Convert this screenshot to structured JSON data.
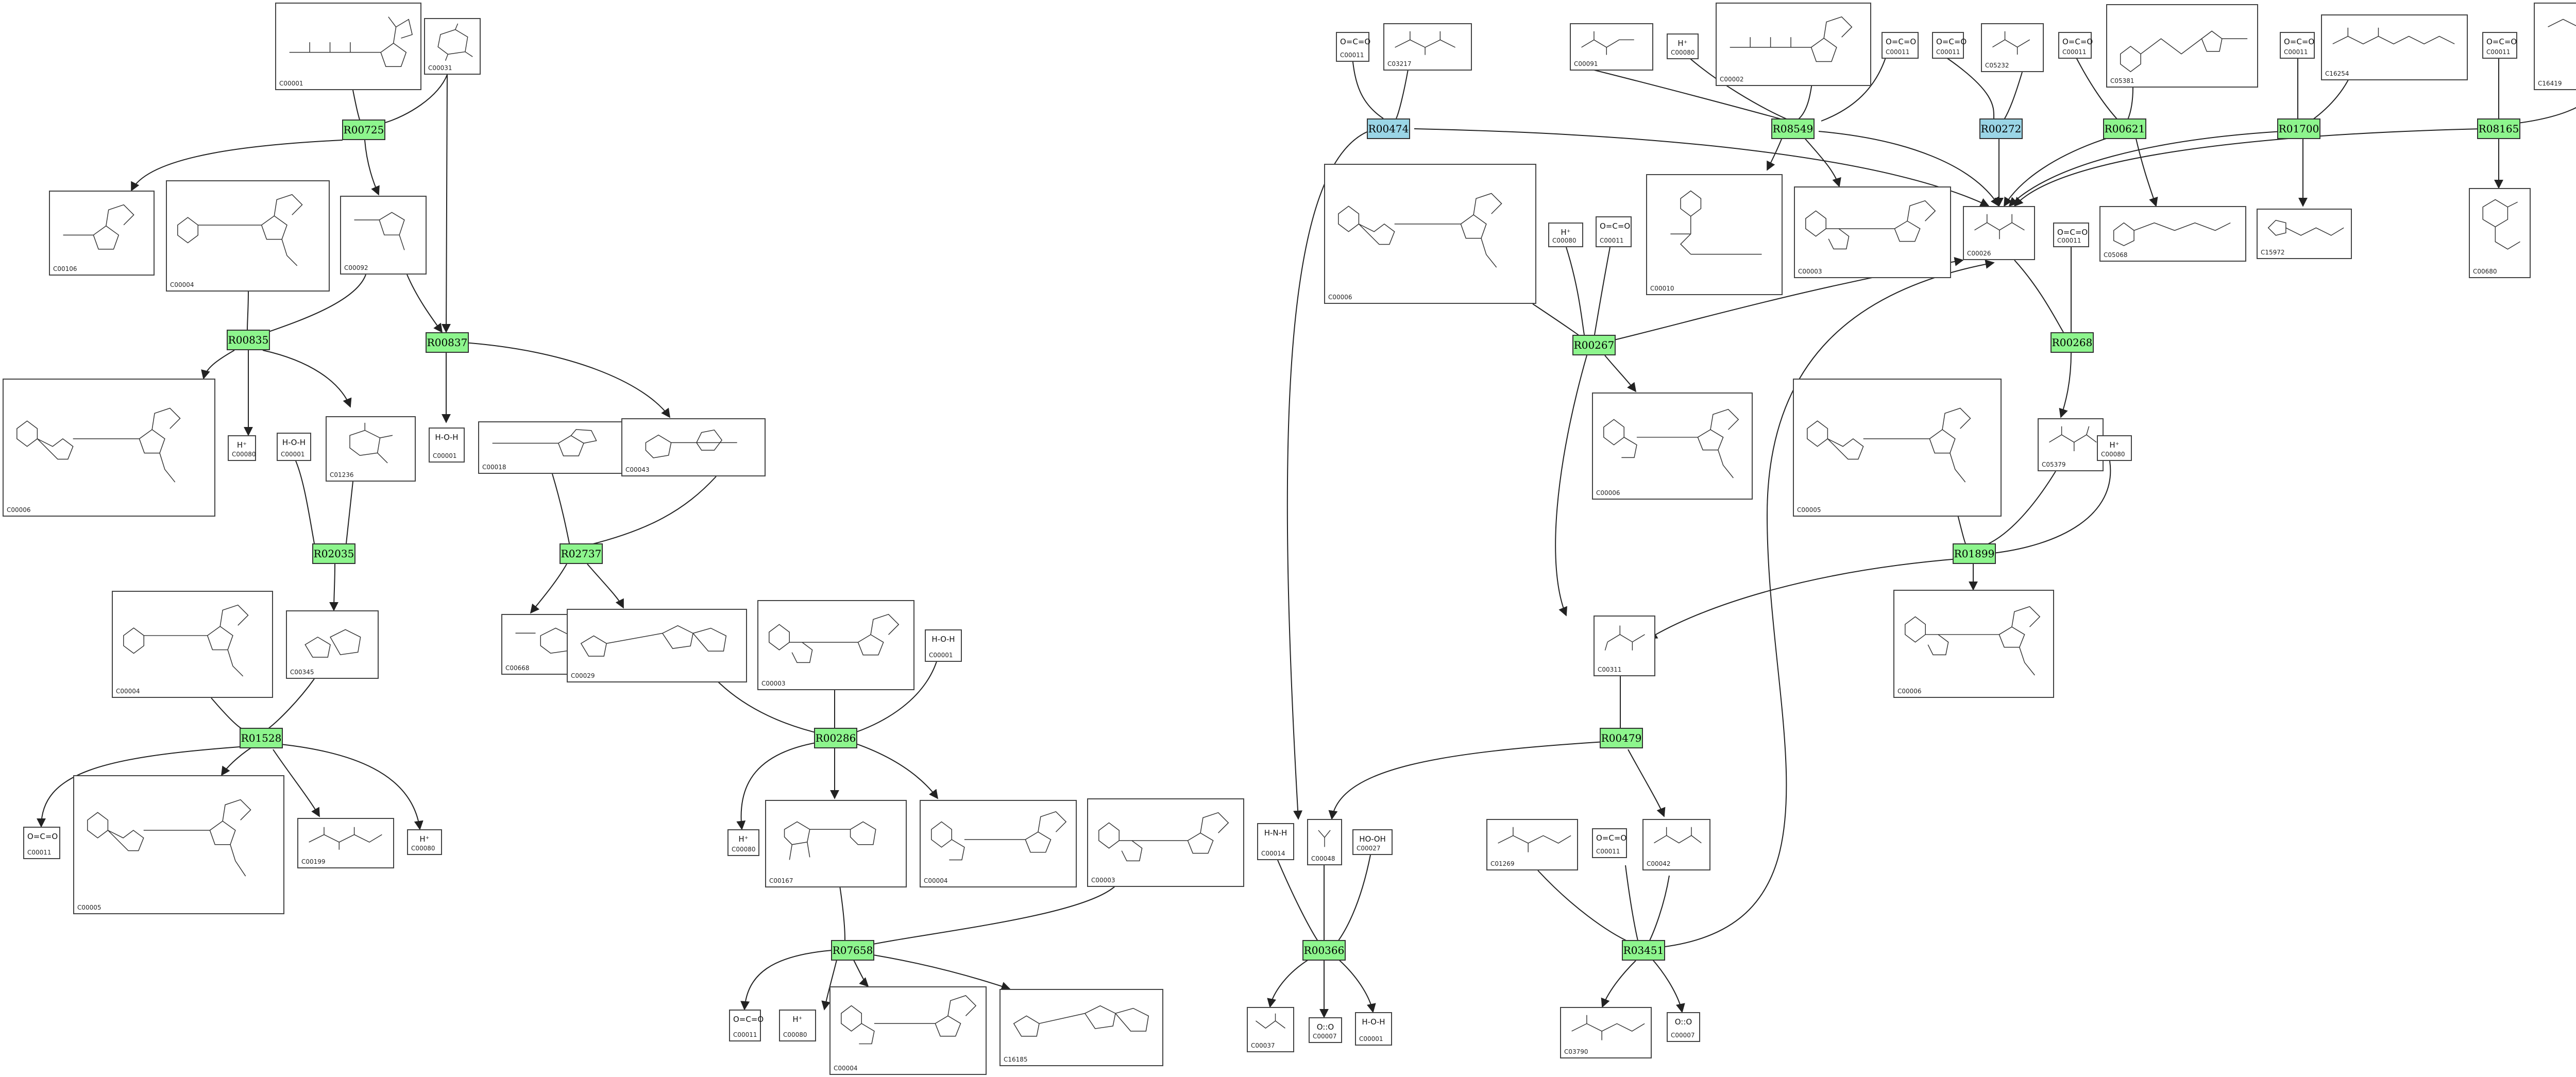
{
  "reactions": [
    {
      "id": "R00725",
      "color": "#8df58d"
    },
    {
      "id": "R00835",
      "color": "#8df58d"
    },
    {
      "id": "R00837",
      "color": "#8df58d"
    },
    {
      "id": "R02035",
      "color": "#8df58d"
    },
    {
      "id": "R02737",
      "color": "#8df58d"
    },
    {
      "id": "R01528",
      "color": "#8df58d"
    },
    {
      "id": "R00286",
      "color": "#8df58d"
    },
    {
      "id": "R07658",
      "color": "#8df58d"
    },
    {
      "id": "R00474",
      "color": "#9ad5e6"
    },
    {
      "id": "R08549",
      "color": "#8df58d"
    },
    {
      "id": "R00272",
      "color": "#9ad5e6"
    },
    {
      "id": "R00621",
      "color": "#8df58d"
    },
    {
      "id": "R01700",
      "color": "#8df58d"
    },
    {
      "id": "R08165",
      "color": "#8df58d"
    },
    {
      "id": "R00267",
      "color": "#8df58d"
    },
    {
      "id": "R00268",
      "color": "#8df58d"
    },
    {
      "id": "R01899",
      "color": "#8df58d"
    },
    {
      "id": "R00479",
      "color": "#8df58d"
    },
    {
      "id": "R00366",
      "color": "#8df58d"
    },
    {
      "id": "R03451",
      "color": "#8df58d"
    }
  ],
  "compounds": [
    {
      "key": "c_c00001_a",
      "label": "C00001"
    },
    {
      "key": "c_c00031_a",
      "label": "C00031"
    },
    {
      "key": "c_c00106",
      "label": "C00106"
    },
    {
      "key": "c_c00004_a",
      "label": "C00004"
    },
    {
      "key": "c_c00092",
      "label": "C00092"
    },
    {
      "key": "c_c00006_a",
      "label": "C00006"
    },
    {
      "key": "c_c00080_a",
      "label": "C00080",
      "formula": "H⁺"
    },
    {
      "key": "c_c00001_b",
      "label": "C00001",
      "formula": "H‑O‑H"
    },
    {
      "key": "c_c01236",
      "label": "C01236"
    },
    {
      "key": "c_c00001_c",
      "label": "C00001",
      "formula": "H‑O‑H"
    },
    {
      "key": "c_c00018",
      "label": "C00018"
    },
    {
      "key": "c_c00043",
      "label": "C00043"
    },
    {
      "key": "c_c00004_b",
      "label": "C00004"
    },
    {
      "key": "c_c00345",
      "label": "C00345"
    },
    {
      "key": "c_c00668",
      "label": "C00668"
    },
    {
      "key": "c_c00029",
      "label": "C00029"
    },
    {
      "key": "c_c00003_a",
      "label": "C00003"
    },
    {
      "key": "c_c00001_d",
      "label": "C00001",
      "formula": "H‑O‑H"
    },
    {
      "key": "c_c00011_a",
      "label": "C00011",
      "formula": "O=C=O"
    },
    {
      "key": "c_c00005_a",
      "label": "C00005"
    },
    {
      "key": "c_c00199",
      "label": "C00199"
    },
    {
      "key": "c_c00080_b",
      "label": "C00080",
      "formula": "H⁺"
    },
    {
      "key": "c_c00080_c",
      "label": "C00080",
      "formula": "H⁺"
    },
    {
      "key": "c_c00167",
      "label": "C00167"
    },
    {
      "key": "c_c00004_c",
      "label": "C00004"
    },
    {
      "key": "c_c00003_b",
      "label": "C00003"
    },
    {
      "key": "c_c00011_b",
      "label": "C00011",
      "formula": "O=C=O"
    },
    {
      "key": "c_c00080_d",
      "label": "C00080",
      "formula": "H⁺"
    },
    {
      "key": "c_c00004_d",
      "label": "C00004"
    },
    {
      "key": "c_c16185",
      "label": "C16185"
    },
    {
      "key": "c_c00011_c",
      "label": "C00011",
      "formula": "O=C=O"
    },
    {
      "key": "c_c03217",
      "label": "C03217"
    },
    {
      "key": "c_c00091",
      "label": "C00091"
    },
    {
      "key": "c_c00080_e",
      "label": "C00080",
      "formula": "H⁺"
    },
    {
      "key": "c_c00002",
      "label": "C00002"
    },
    {
      "key": "c_c00011_d",
      "label": "C00011",
      "formula": "O=C=O"
    },
    {
      "key": "c_c00011_e",
      "label": "C00011",
      "formula": "O=C=O"
    },
    {
      "key": "c_c05232",
      "label": "C05232"
    },
    {
      "key": "c_c00011_f",
      "label": "C00011",
      "formula": "O=C=O"
    },
    {
      "key": "c_c05381",
      "label": "C05381"
    },
    {
      "key": "c_c00011_g",
      "label": "C00011",
      "formula": "O=C=O"
    },
    {
      "key": "c_c16254",
      "label": "C16254"
    },
    {
      "key": "c_c00011_h",
      "label": "C00011",
      "formula": "O=C=O"
    },
    {
      "key": "c_c16419",
      "label": "C16419"
    },
    {
      "key": "c_c00006_b",
      "label": "C00006"
    },
    {
      "key": "c_c00080_f",
      "label": "C00080",
      "formula": "H⁺"
    },
    {
      "key": "c_c00011_i",
      "label": "C00011",
      "formula": "O=C=O"
    },
    {
      "key": "c_c00010",
      "label": "C00010"
    },
    {
      "key": "c_c00003_c",
      "label": "C00003"
    },
    {
      "key": "c_c00026",
      "label": "C00026"
    },
    {
      "key": "c_c00011_j",
      "label": "C00011",
      "formula": "O=C=O"
    },
    {
      "key": "c_c05068",
      "label": "C05068"
    },
    {
      "key": "c_c15972",
      "label": "C15972"
    },
    {
      "key": "c_c00680",
      "label": "C00680"
    },
    {
      "key": "c_c00006_c",
      "label": "C00006"
    },
    {
      "key": "c_c00005_b",
      "label": "C00005"
    },
    {
      "key": "c_c05379",
      "label": "C05379"
    },
    {
      "key": "c_c00080_g",
      "label": "C00080",
      "formula": "H⁺"
    },
    {
      "key": "c_c00006_d",
      "label": "C00006"
    },
    {
      "key": "c_c00311",
      "label": "C00311"
    },
    {
      "key": "c_c00014",
      "label": "C00014",
      "formula": "H‑N‑H"
    },
    {
      "key": "c_c00048",
      "label": "C00048"
    },
    {
      "key": "c_c00027",
      "label": "C00027",
      "formula": "HO‑OH"
    },
    {
      "key": "c_c00037",
      "label": "C00037"
    },
    {
      "key": "c_c00007_a",
      "label": "C00007",
      "formula": "O::O"
    },
    {
      "key": "c_c00001_e",
      "label": "C00001",
      "formula": "H‑O‑H"
    },
    {
      "key": "c_c01269",
      "label": "C01269"
    },
    {
      "key": "c_c00011_k",
      "label": "C00011",
      "formula": "O=C=O"
    },
    {
      "key": "c_c00042",
      "label": "C00042"
    },
    {
      "key": "c_c03790",
      "label": "C03790"
    },
    {
      "key": "c_c00007_b",
      "label": "C00007",
      "formula": "O::O"
    }
  ]
}
